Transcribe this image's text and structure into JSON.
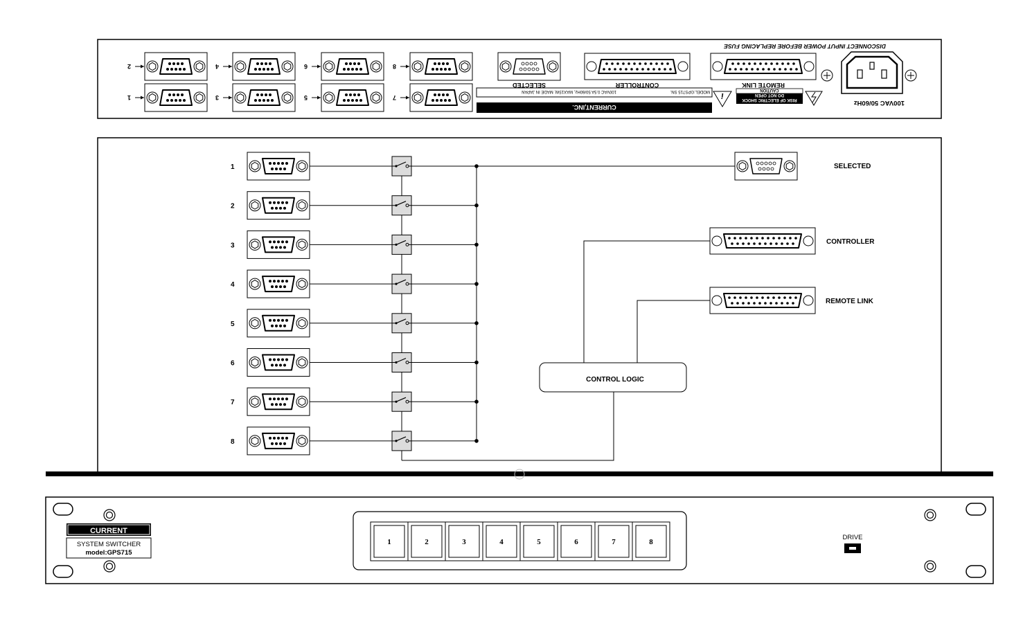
{
  "rear_panel": {
    "disconnect_warning": "DISCONNECT INPUT POWER BEFORE REPLACING FUSE",
    "power_rating": "100VAC 50/60Hz",
    "port_numbers": [
      "1",
      "2",
      "3",
      "4",
      "5",
      "6",
      "7",
      "8"
    ],
    "selected_label": "SELECTED",
    "controller_label": "CONTROLLER",
    "remote_link_label": "REMOTE LINK",
    "caution_line1": "CAUTION",
    "caution_line2": "RISK OF ELECTRIC SHOCK",
    "caution_line3": "DO NOT OPEN",
    "model_line": "MODEL:GPS715 SN.",
    "spec_line": "100VAC 0.5A 50/60Hz, MAX15W, MADE IN JAPAN",
    "company": "CURRENT,INC."
  },
  "block_diagram": {
    "inputs": [
      "1",
      "2",
      "3",
      "4",
      "5",
      "6",
      "7",
      "8"
    ],
    "selected_label": "SELECTED",
    "controller_label": "CONTROLLER",
    "remote_link_label": "REMOTE LINK",
    "control_logic_label": "CONTROL LOGIC"
  },
  "front_panel": {
    "brand": "CURRENT",
    "product_line1": "SYSTEM SWITCHER",
    "product_line2": "model:GPS715",
    "buttons": [
      "1",
      "2",
      "3",
      "4",
      "5",
      "6",
      "7",
      "8"
    ],
    "drive_label": "DRIVE"
  }
}
